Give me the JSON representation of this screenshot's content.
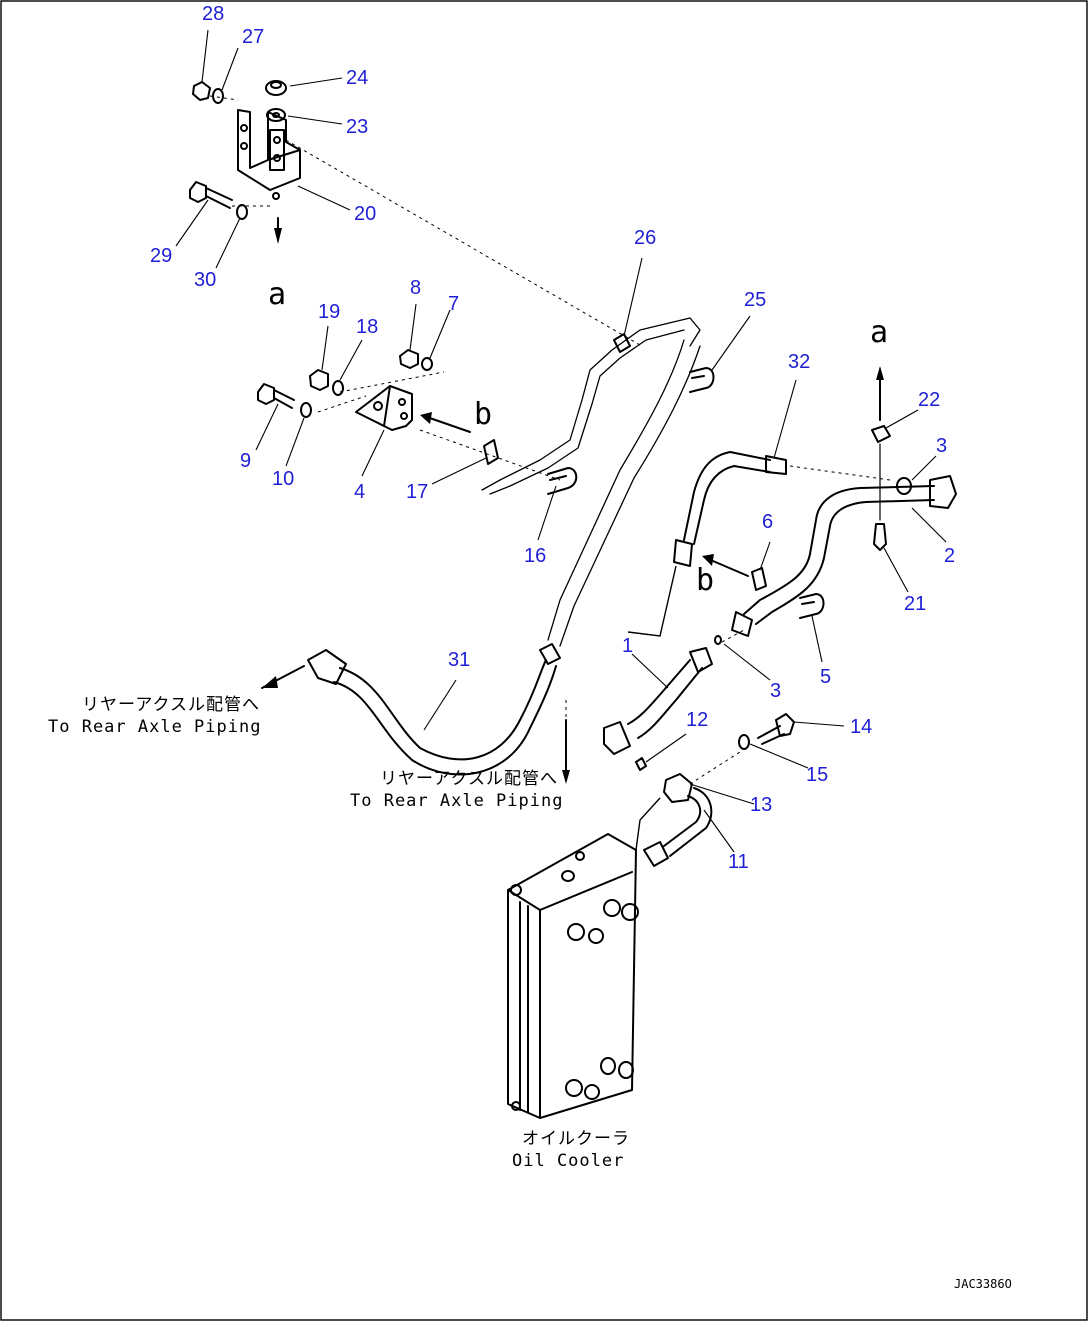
{
  "callouts": [
    "28",
    "27",
    "24",
    "23",
    "20",
    "29",
    "30",
    "26",
    "25",
    "8",
    "7",
    "19",
    "18",
    "9",
    "10",
    "4",
    "17",
    "16",
    "32",
    "22",
    "3",
    "2",
    "21",
    "6",
    "5",
    "31",
    "1",
    "3",
    "12",
    "14",
    "15",
    "13",
    "11"
  ],
  "view_letters": {
    "a_top": "a",
    "a_right": "a",
    "b_bracket": "b",
    "b_pipe": "b"
  },
  "notes": {
    "rear_axle_1_jp": "リヤーアクスル配管へ",
    "rear_axle_1_en": "To Rear Axle Piping",
    "rear_axle_2_jp": "リヤーアクスル配管へ",
    "rear_axle_2_en": "To Rear Axle Piping",
    "oil_cooler_jp": "オイルクーラ",
    "oil_cooler_en": "Oil Cooler"
  },
  "drawing_code": "JAC3386O"
}
